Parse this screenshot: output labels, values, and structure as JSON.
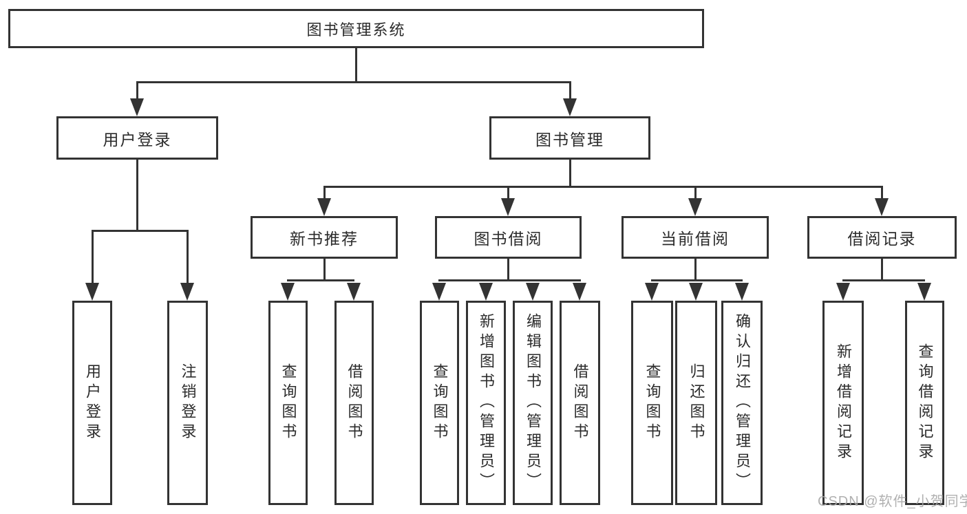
{
  "diagram": {
    "root": {
      "label": "图书管理系统"
    },
    "user_login": {
      "label": "用户登录",
      "children": [
        {
          "label": "用户登录"
        },
        {
          "label": "注销登录"
        }
      ]
    },
    "book_mgmt": {
      "label": "图书管理",
      "children": [
        {
          "label": "新书推荐",
          "children": [
            {
              "label": "查询图书"
            },
            {
              "label": "借阅图书"
            }
          ]
        },
        {
          "label": "图书借阅",
          "children": [
            {
              "label": "查询图书"
            },
            {
              "label": "新增图书（管理员）"
            },
            {
              "label": "编辑图书（管理员）"
            },
            {
              "label": "借阅图书"
            }
          ]
        },
        {
          "label": "当前借阅",
          "children": [
            {
              "label": "查询图书"
            },
            {
              "label": "归还图书"
            },
            {
              "label": "确认归还（管理员）"
            }
          ]
        },
        {
          "label": "借阅记录",
          "children": [
            {
              "label": "新增借阅记录"
            },
            {
              "label": "查询借阅记录"
            }
          ]
        }
      ]
    }
  },
  "watermark": {
    "text": "CSDN @软件_小贺同学"
  },
  "colors": {
    "line": "#333333",
    "box-border": "#333333",
    "box-fill": "#ffffff",
    "text": "#2b2b2b",
    "background": "#ffffff",
    "watermark": "#a8a8a8"
  }
}
